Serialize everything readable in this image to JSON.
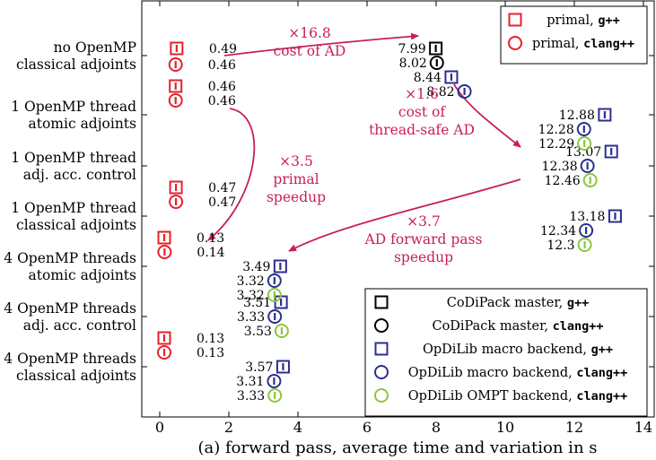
{
  "chart_data": {
    "type": "scatter",
    "caption": "(a) forward pass, average time and variation in s",
    "xlim": [
      -0.5,
      14.5
    ],
    "xticks": [
      "0",
      "2",
      "4",
      "6",
      "8",
      "10",
      "12",
      "14"
    ],
    "categories": [
      [
        "no OpenMP",
        "classical adjoints"
      ],
      [
        "1 OpenMP thread",
        "atomic adjoints"
      ],
      [
        "1 OpenMP thread",
        "adj. acc. control"
      ],
      [
        "1 OpenMP thread",
        "classical adjoints"
      ],
      [
        "4 OpenMP threads",
        "atomic adjoints"
      ],
      [
        "4 OpenMP threads",
        "adj. acc. control"
      ],
      [
        "4 OpenMP threads",
        "classical adjoints"
      ]
    ],
    "series": [
      {
        "name": "primal, ",
        "compiler": "g++",
        "color": "#e8202a",
        "marker": "square",
        "points": [
          {
            "row": 0,
            "value": 0.49
          },
          {
            "row": 1,
            "value": 0.46
          },
          {
            "row": 3,
            "value": 0.47
          },
          {
            "row": 4,
            "value": 0.13
          },
          {
            "row": 6,
            "value": 0.13
          }
        ]
      },
      {
        "name": "primal, ",
        "compiler": "clang++",
        "color": "#e8202a",
        "marker": "circle",
        "points": [
          {
            "row": 0,
            "value": 0.46
          },
          {
            "row": 1,
            "value": 0.46
          },
          {
            "row": 3,
            "value": 0.47
          },
          {
            "row": 4,
            "value": 0.14
          },
          {
            "row": 6,
            "value": 0.13
          }
        ]
      },
      {
        "name": "CoDiPack master, ",
        "compiler": "g++",
        "color": "#000000",
        "marker": "square",
        "points": [
          {
            "row": 0,
            "value": 7.99
          }
        ]
      },
      {
        "name": "CoDiPack master, ",
        "compiler": "clang++",
        "color": "#000000",
        "marker": "circle",
        "points": [
          {
            "row": 0,
            "value": 8.02
          }
        ]
      },
      {
        "name": "OpDiLib macro backend, ",
        "compiler": "g++",
        "color": "#2b2f8e",
        "marker": "square",
        "points": [
          {
            "row": 0,
            "value": 8.44
          },
          {
            "row": 1,
            "value": 12.88
          },
          {
            "row": 2,
            "value": 13.07
          },
          {
            "row": 3,
            "value": 13.18
          },
          {
            "row": 4,
            "value": 3.49
          },
          {
            "row": 5,
            "value": 3.51
          },
          {
            "row": 6,
            "value": 3.57
          }
        ]
      },
      {
        "name": "OpDiLib macro backend, ",
        "compiler": "clang++",
        "color": "#2b2f8e",
        "marker": "circle",
        "points": [
          {
            "row": 0,
            "value": 8.82
          },
          {
            "row": 1,
            "value": 12.28
          },
          {
            "row": 2,
            "value": 12.38
          },
          {
            "row": 3,
            "value": 12.34
          },
          {
            "row": 4,
            "value": 3.32
          },
          {
            "row": 5,
            "value": 3.33
          },
          {
            "row": 6,
            "value": 3.31
          }
        ]
      },
      {
        "name": "OpDiLib OMPT backend, ",
        "compiler": "clang++",
        "color": "#8cc63f",
        "marker": "circle",
        "points": [
          {
            "row": 1,
            "value": 12.29
          },
          {
            "row": 2,
            "value": 12.46
          },
          {
            "row": 3,
            "value": 12.3
          },
          {
            "row": 4,
            "value": 3.32
          },
          {
            "row": 5,
            "value": 3.53
          },
          {
            "row": 6,
            "value": 3.33
          }
        ]
      }
    ],
    "annotations": [
      {
        "lines": [
          "×16.8",
          "cost of AD"
        ],
        "color": "#c81e5a"
      },
      {
        "lines": [
          "×1.6",
          "cost of",
          "thread-safe AD"
        ],
        "color": "#c81e5a"
      },
      {
        "lines": [
          "×3.5",
          "primal",
          "speedup"
        ],
        "color": "#c81e5a"
      },
      {
        "lines": [
          "×3.7",
          "AD forward pass",
          "speedup"
        ],
        "color": "#c81e5a"
      }
    ],
    "legends": [
      {
        "position": "top-right",
        "entries": [
          0,
          1
        ]
      },
      {
        "position": "bottom-right",
        "entries": [
          2,
          3,
          4,
          5,
          6
        ]
      }
    ]
  }
}
